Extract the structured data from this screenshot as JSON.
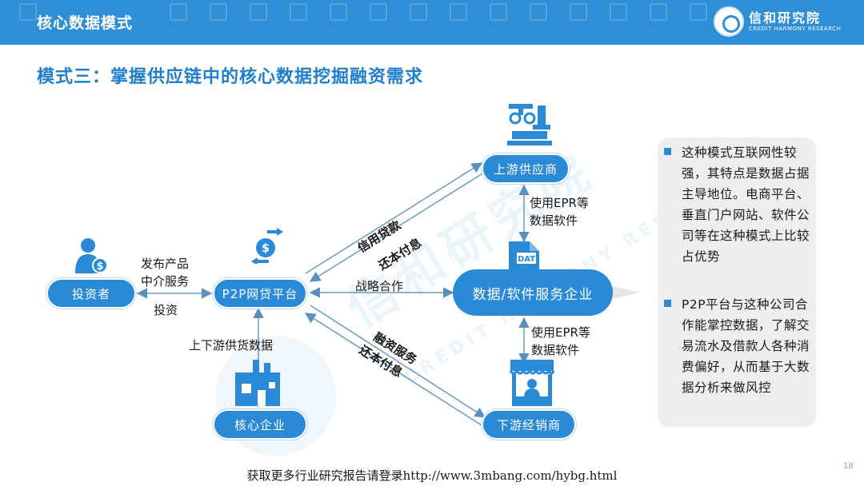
{
  "header": {
    "title": "核心数据模式",
    "logo_cn": "信和研究院",
    "logo_en": "CREDIT HARMONY RESEARCH"
  },
  "slide": {
    "subtitle": "模式三：掌握供应链中的核心数据挖掘融资需求",
    "page_number": "18"
  },
  "watermark": {
    "cn": "信和研究院",
    "en": "CREDIT HARMONY RESEARCH"
  },
  "nodes": {
    "investor": "投资者",
    "p2p": "P2P网贷平台",
    "upstream": "上游供应商",
    "data_service": "数据/软件服务企业",
    "core_enterprise": "核心企业",
    "downstream": "下游经销商"
  },
  "edge_labels": {
    "publish_product": "发布产品",
    "intermediary": "中介服务",
    "invest": "投资",
    "credit_loan": "信用贷款",
    "repay_upper": "还本付息",
    "strategic_coop": "战略合作",
    "supply_data": "上下游供货数据",
    "financing_service": "融资服务",
    "repay_lower": "还本付息",
    "epr_upper_1": "使用EPR等",
    "epr_upper_2": "数据软件",
    "epr_lower_1": "使用EPR等",
    "epr_lower_2": "数据软件"
  },
  "icons": {
    "dat_label": "DAT",
    "dollar_label": "$"
  },
  "side_panel": {
    "items": [
      "这种模式互联网性较强，其特点是数据占据主导地位。电商平台、垂直门户网站、软件公司等在这种模式上比较占优势",
      "P2P平台与这种公司合作能掌控数据，了解交易流水及借款人各种消费偏好，从而基于大数据分析来做风控"
    ]
  },
  "footer": "获取更多行业研究报告请登录http://www.3mbang.com/hybg.html",
  "colors": {
    "header": "#2e8fd6",
    "node": "#2a8ad6",
    "title": "#1f7fcf",
    "panel": "#eeeeee"
  }
}
